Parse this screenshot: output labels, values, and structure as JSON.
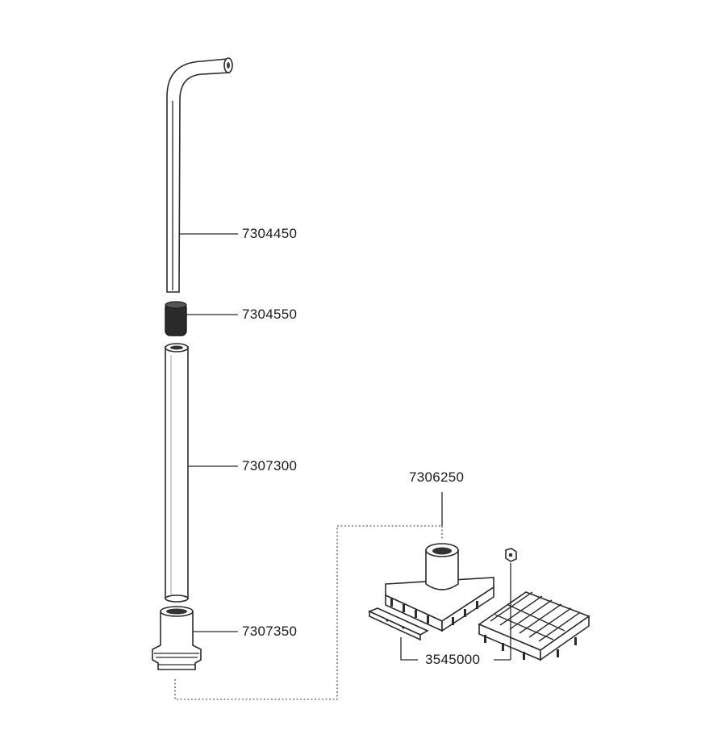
{
  "parts": [
    {
      "id": "upper-pipe",
      "part_number": "7304450"
    },
    {
      "id": "coupling-sleeve",
      "part_number": "7304550"
    },
    {
      "id": "lower-pipe",
      "part_number": "7307300"
    },
    {
      "id": "pipe-adapter",
      "part_number": "7307350"
    },
    {
      "id": "base-plate",
      "part_number": "7306250"
    },
    {
      "id": "filter-grid-kit",
      "part_number": "3545000"
    }
  ],
  "colors": {
    "ink": "#2a2a2a",
    "background": "#ffffff"
  }
}
